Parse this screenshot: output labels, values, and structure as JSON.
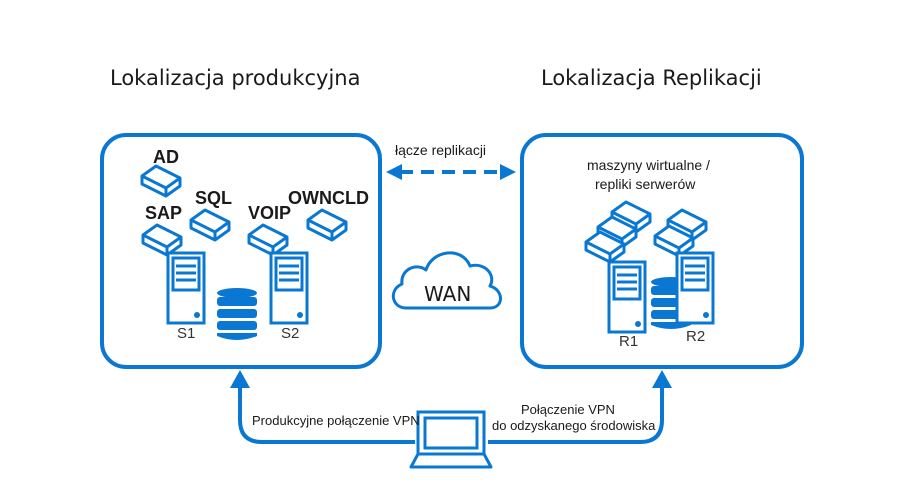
{
  "colors": {
    "accent": "#0a78d2",
    "text": "#1a1a1a"
  },
  "production": {
    "title": "Lokalizacja produkcyjna",
    "services": [
      "AD",
      "SAP",
      "SQL",
      "VOIP",
      "OWNCLD"
    ],
    "servers": [
      "S1",
      "S2"
    ]
  },
  "replication": {
    "title": "Lokalizacja Replikacji",
    "caption_line1": "maszyny wirtualne /",
    "caption_line2": "repliki serwerów",
    "servers": [
      "R1",
      "R2"
    ]
  },
  "link": {
    "label": "łącze replikacji"
  },
  "wan": {
    "label": "WAN"
  },
  "vpn": {
    "production_label": "Produkcyjne połączenie VPN",
    "recovery_label_line1": "Połączenie VPN",
    "recovery_label_line2": "do odzyskanego środowiska"
  }
}
